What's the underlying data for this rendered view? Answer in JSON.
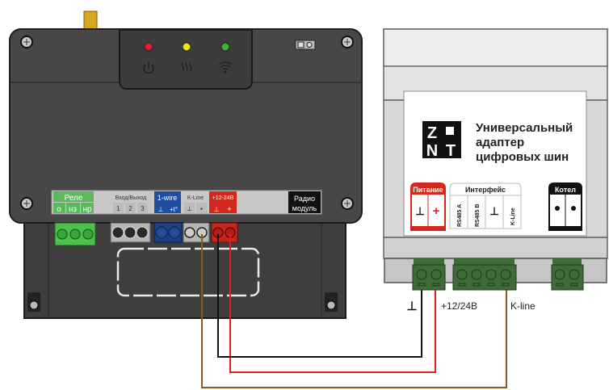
{
  "controller": {
    "indicators": [
      {
        "name": "power",
        "color": "#e0202a"
      },
      {
        "name": "heating",
        "color": "#f2e600"
      },
      {
        "name": "network",
        "color": "#3fb13a"
      }
    ],
    "labels": {
      "relay": "Реле",
      "relay_o": "о",
      "relay_nz": "нз",
      "relay_nr": "нр",
      "io": "Вход/Выход",
      "io_1": "1",
      "io_2": "2",
      "io_3": "3",
      "onewire": "1-wire",
      "onewire_gnd": "⊥",
      "onewire_t": "+t°",
      "kline": "K-Line",
      "kline_gnd": "⊥",
      "kline_dot": "●",
      "power": "+12-24В",
      "power_gnd": "⊥",
      "power_plus": "+",
      "radio_1": "Радио",
      "radio_2": "модуль"
    }
  },
  "adapter": {
    "logo": "ZONT",
    "title_lines": [
      "Универсальный",
      "адаптер",
      "цифровых шин"
    ],
    "power_label": "Питание",
    "power_gnd": "⊥",
    "power_plus": "+",
    "interface_label": "Интерфейс",
    "iface_a": "RS485 A",
    "iface_b": "RS485 B",
    "iface_gnd": "⊥",
    "iface_kline": "K-Line",
    "boiler_label": "Котел"
  },
  "wire_labels": {
    "gnd": "⊥",
    "power": "+12/24В",
    "kline": "K-line"
  },
  "colors": {
    "wire_gnd": "#111111",
    "wire_power": "#e02020",
    "wire_kline": "#8a5a1e"
  }
}
